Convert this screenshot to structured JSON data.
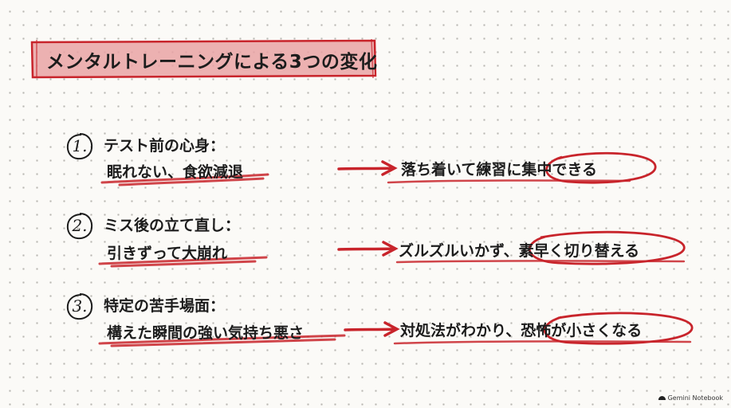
{
  "title": "メンタルトレーニングによる3つの変化",
  "items": [
    {
      "number": "1.",
      "heading": "テスト前の心身：",
      "before": "眠れない、食欲減退",
      "after": "落ち着いて練習に集中できる"
    },
    {
      "number": "2.",
      "heading": "ミス後の立て直し：",
      "before": "引きずって大崩れ",
      "after": "ズルズルいかず、素早く切り替える"
    },
    {
      "number": "3.",
      "heading": "特定の苦手場面：",
      "before": "構えた瞬間の強い気持ち悪さ",
      "after": "対処法がわかり、恐怖が小さくなる"
    }
  ],
  "logo": "Gemini Notebook",
  "colors": {
    "accent_red": "#c8242b",
    "title_fill": "#e9a3a5",
    "ink": "#1c1c1c"
  }
}
